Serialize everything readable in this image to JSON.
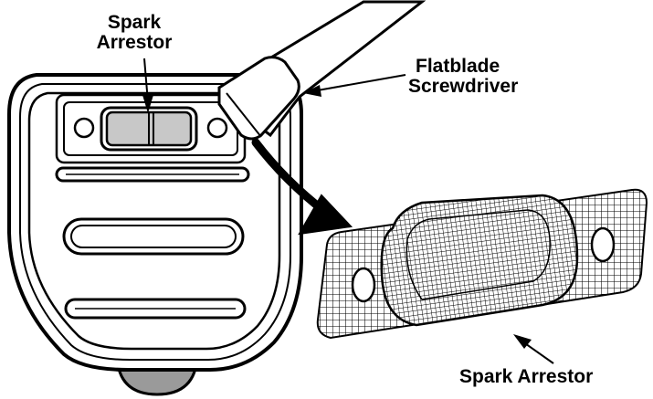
{
  "labels": {
    "spark_arrestor_top_line1": "Spark",
    "spark_arrestor_top_line2": "Arrestor",
    "flatblade_line1": "Flatblade",
    "flatblade_line2": "Screwdriver",
    "spark_arrestor_bottom": "Spark Arrestor"
  },
  "colors": {
    "ink": "#000000",
    "paper": "#ffffff",
    "arrestor_fill": "#c8c8c8",
    "knob_fill": "#9a9a9a"
  }
}
